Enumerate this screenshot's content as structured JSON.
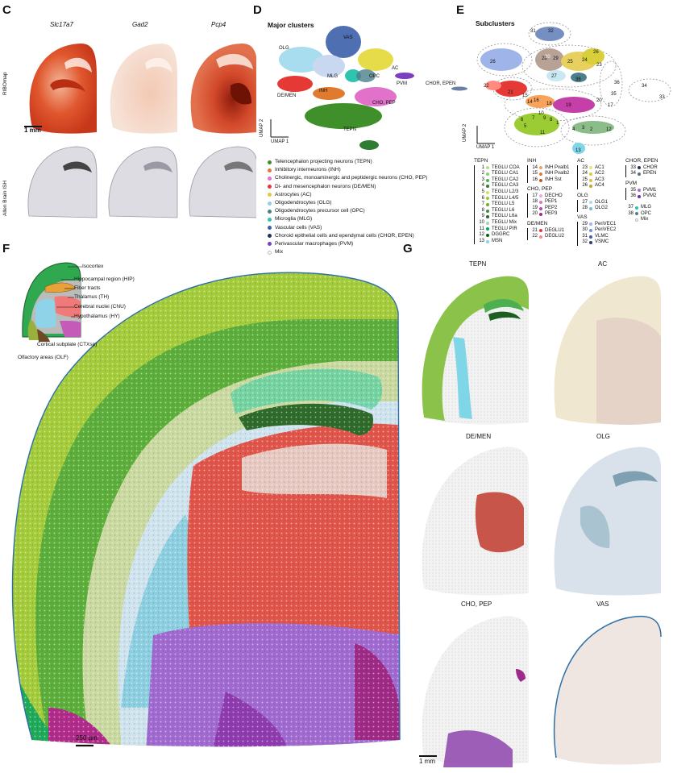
{
  "panels": {
    "C": {
      "letter": "C",
      "genes": [
        "Slc17a7",
        "Gad2",
        "Pcp4"
      ],
      "row_labels": [
        "RIBOmap",
        "Allen Brain ISH"
      ],
      "scale": "1 mm"
    },
    "D": {
      "letter": "D",
      "title": "Major clusters",
      "cluster_labels": {
        "vas": "VAS",
        "olg": "OLG",
        "ac": "AC",
        "mlg": "MLG",
        "opc": "OPC",
        "pvm": "PVM",
        "chor": "CHOR, EPEN",
        "demen": "DE/MEN",
        "inh": "INH",
        "chopep": "CHO, PEP",
        "tepn": "TEPN"
      },
      "axis_y": "UMAP 2",
      "axis_x": "UMAP 1",
      "legend": [
        {
          "label": "Telencephalon projecting neurons (TEPN)",
          "color": "#3f8f2a"
        },
        {
          "label": "Inhibitory interneurons (INH)",
          "color": "#e07a2e"
        },
        {
          "label": "Cholinergic, monoaminergic and peptidergic neurons (CHO, PEP)",
          "color": "#e272c9"
        },
        {
          "label": "Di- and mesencephalon neurons (DE/MEN)",
          "color": "#e53935"
        },
        {
          "label": "Astrocytes (AC)",
          "color": "#d9cf3a"
        },
        {
          "label": "Oligodendrocytes (OLG)",
          "color": "#8fd0e8"
        },
        {
          "label": "Oligodendrocytes precursor cell (OPC)",
          "color": "#4b7f8a"
        },
        {
          "label": "Microglia (MLG)",
          "color": "#2ec4b0"
        },
        {
          "label": "Vascular cells (VAS)",
          "color": "#3b5fa8"
        },
        {
          "label": "Choroid epithelial cells and ependymal cells (CHOR, EPEN)",
          "color": "#1d3557"
        },
        {
          "label": "Perivascular macrophages (PVM)",
          "color": "#7b3fbf"
        },
        {
          "label": "Mix",
          "color": "#dddddd"
        }
      ]
    },
    "E": {
      "letter": "E",
      "title": "Subclusters",
      "axis_y": "UMAP 2",
      "axis_x": "UMAP 1",
      "groups": [
        {
          "name": "TEPN",
          "items": [
            {
              "n": "1",
              "label": "TEGLU COA",
              "color": "#b7e07a"
            },
            {
              "n": "2",
              "label": "TEGLU CA1",
              "color": "#7fd17a"
            },
            {
              "n": "3",
              "label": "TEGLU CA2",
              "color": "#4caf50"
            },
            {
              "n": "4",
              "label": "TEGLU CA3",
              "color": "#2e7d32"
            },
            {
              "n": "5",
              "label": "TEGLU L2/3",
              "color": "#c6e85a"
            },
            {
              "n": "6",
              "label": "TEGLU L4/5",
              "color": "#9ccc33"
            },
            {
              "n": "7",
              "label": "TEGLU L5",
              "color": "#6fae2c"
            },
            {
              "n": "8",
              "label": "TEGLU L6",
              "color": "#3d8f3a"
            },
            {
              "n": "9",
              "label": "TEGLU L6a",
              "color": "#1f6d2b"
            },
            {
              "n": "10",
              "label": "TEGLU Mix",
              "color": "#a5d6a7"
            },
            {
              "n": "11",
              "label": "TEGLU PIR",
              "color": "#00a86b"
            },
            {
              "n": "12",
              "label": "DGGRC",
              "color": "#0b5d1e"
            },
            {
              "n": "13",
              "label": "MSN",
              "color": "#7fd6e6"
            }
          ]
        },
        {
          "name": "INH",
          "items": [
            {
              "n": "14",
              "label": "INH Pvalb1",
              "color": "#f7a35c"
            },
            {
              "n": "15",
              "label": "INH Pvalb2",
              "color": "#e07a2e"
            },
            {
              "n": "16",
              "label": "INH Sst",
              "color": "#c75b12"
            }
          ]
        },
        {
          "name": "CHO, PEP",
          "items": [
            {
              "n": "17",
              "label": "DECHO",
              "color": "#f4a7d9"
            },
            {
              "n": "18",
              "label": "PEP1",
              "color": "#e272c9"
            },
            {
              "n": "19",
              "label": "PEP2",
              "color": "#c43fa8"
            },
            {
              "n": "20",
              "label": "PEP3",
              "color": "#9c2a8a"
            }
          ]
        },
        {
          "name": "DE/MEN",
          "items": [
            {
              "n": "21",
              "label": "DEGLU1",
              "color": "#e53935"
            },
            {
              "n": "22",
              "label": "DEGLU2",
              "color": "#ff8a80"
            }
          ]
        },
        {
          "name": "AC",
          "items": [
            {
              "n": "23",
              "label": "AC1",
              "color": "#f1e27a"
            },
            {
              "n": "24",
              "label": "AC2",
              "color": "#d9cf3a"
            },
            {
              "n": "25",
              "label": "AC3",
              "color": "#e8b84a"
            },
            {
              "n": "26",
              "label": "AC4",
              "color": "#c9a227"
            }
          ]
        },
        {
          "name": "OLG",
          "items": [
            {
              "n": "27",
              "label": "OLG1",
              "color": "#a8dcef"
            },
            {
              "n": "28",
              "label": "OLG2",
              "color": "#6fbfdc"
            }
          ]
        },
        {
          "name": "VAS",
          "items": [
            {
              "n": "29",
              "label": "PeriVEC1",
              "color": "#9fb4e8"
            },
            {
              "n": "30",
              "label": "PeriVEC2",
              "color": "#6f8fd8"
            },
            {
              "n": "31",
              "label": "VLMC",
              "color": "#3b5fa8"
            },
            {
              "n": "32",
              "label": "VSMC",
              "color": "#223f7a"
            }
          ]
        },
        {
          "name": "CHOR, EPEN",
          "items": [
            {
              "n": "33",
              "label": "CHOR",
              "color": "#1d3557"
            },
            {
              "n": "34",
              "label": "EPEN",
              "color": "#5c6b8a"
            }
          ]
        },
        {
          "name": "PVM",
          "items": [
            {
              "n": "35",
              "label": "PVM1",
              "color": "#9b6fd6"
            },
            {
              "n": "36",
              "label": "PVM2",
              "color": "#6a2fb0"
            }
          ]
        },
        {
          "name": "",
          "items": [
            {
              "n": "37",
              "label": "MLG",
              "color": "#2ec4b0"
            },
            {
              "n": "38",
              "label": "OPC",
              "color": "#4b7f8a"
            },
            {
              "n": "",
              "label": "Mix",
              "color": "#dddddd"
            }
          ]
        }
      ],
      "umap_labels": [
        "31",
        "32",
        "26",
        "28",
        "30",
        "29",
        "25",
        "24",
        "23",
        "27",
        "38",
        "22",
        "21",
        "15",
        "16",
        "14",
        "18",
        "19",
        "20",
        "17",
        "36",
        "35",
        "6",
        "7",
        "10",
        "9",
        "8",
        "5",
        "11",
        "4",
        "3",
        "2",
        "12",
        "1",
        "13",
        "34",
        "33"
      ]
    },
    "F": {
      "letter": "F",
      "regions": [
        {
          "label": "Isocortex",
          "color": "#2fa84f"
        },
        {
          "label": "Hippocampal region (HIP)",
          "color": "#e8a23a"
        },
        {
          "label": "Fiber tracts",
          "color": "#cccccc"
        },
        {
          "label": "Thalamus (TH)",
          "color": "#f07a7a"
        },
        {
          "label": "Cerebral nuclei (CNU)",
          "color": "#8fd3e8"
        },
        {
          "label": "Hypothalamus (HY)",
          "color": "#c65ab8"
        }
      ],
      "region_notes": [
        "Cortical subplate (CTXsp)",
        "Olfactory areas (OLF)"
      ],
      "scale": "250 µm"
    },
    "G": {
      "letter": "G",
      "maps": [
        "TEPN",
        "AC",
        "DE/MEN",
        "OLG",
        "CHO, PEP",
        "VAS"
      ],
      "scale": "1 mm"
    }
  }
}
